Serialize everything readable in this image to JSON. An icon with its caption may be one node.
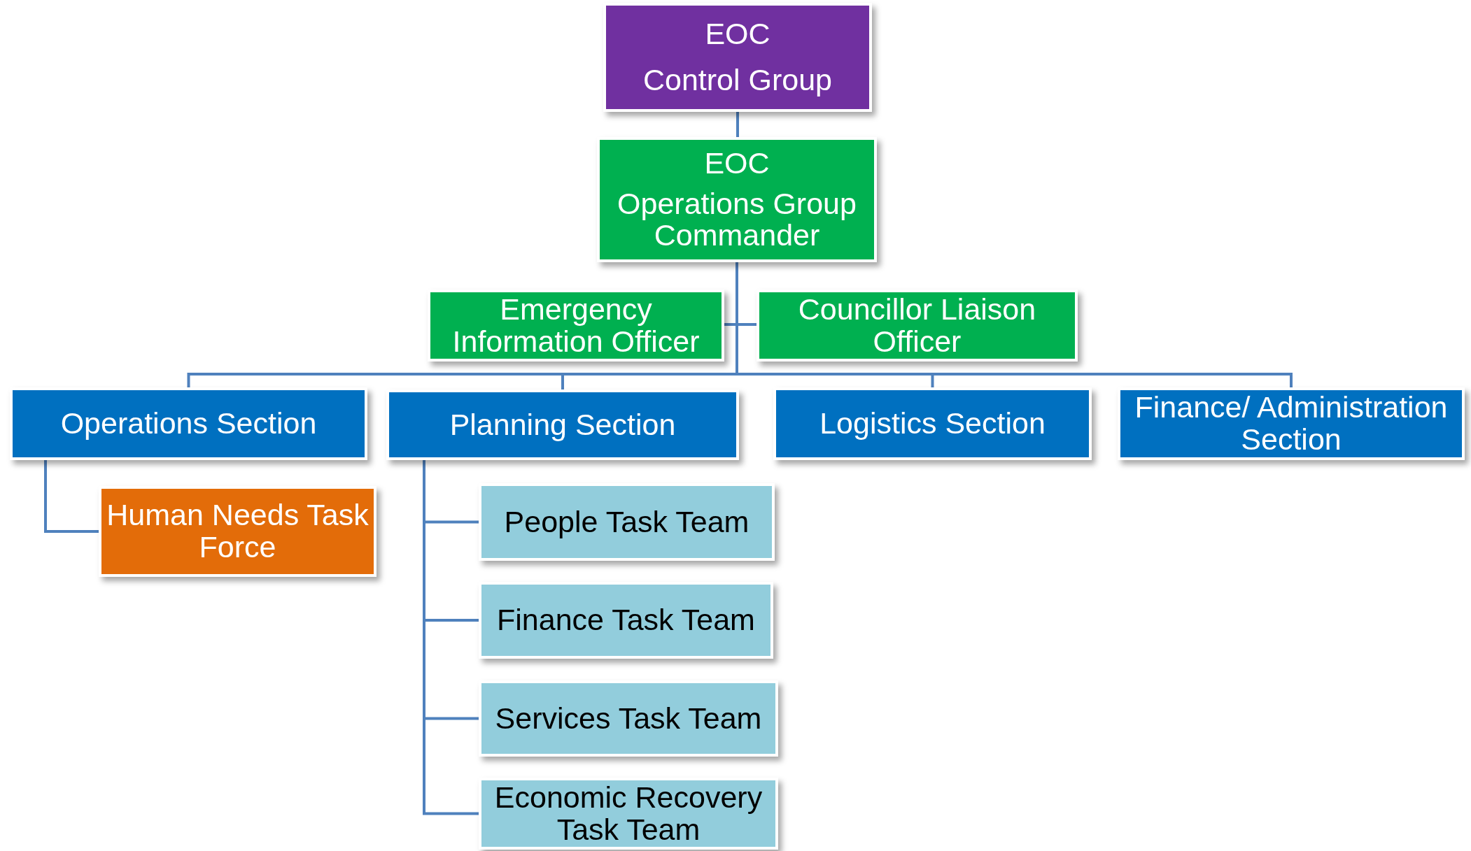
{
  "diagram": {
    "nodes": [
      {
        "text": [
          "EOC",
          "Control Group"
        ]
      },
      {
        "text": [
          "EOC",
          "Operations Group Commander"
        ]
      },
      {
        "text": [
          "Emergency Information Officer"
        ]
      },
      {
        "text": [
          "Councillor Liaison Officer"
        ]
      },
      {
        "text": [
          "Operations Section"
        ]
      },
      {
        "text": [
          "Planning Section"
        ]
      },
      {
        "text": [
          "Logistics Section"
        ]
      },
      {
        "text": [
          "Finance/ Administration Section"
        ]
      },
      {
        "text": [
          "Human Needs Task Force"
        ]
      },
      {
        "text": [
          "People Task Team"
        ]
      },
      {
        "text": [
          "Finance Task Team"
        ]
      },
      {
        "text": [
          "Services Task Team"
        ]
      },
      {
        "text": [
          "Economic Recovery Task Team"
        ]
      }
    ],
    "edges": [
      {
        "from": 0,
        "to": 1,
        "arrow": "none"
      },
      {
        "from": 1,
        "to": 2,
        "arrow": "none"
      },
      {
        "from": 1,
        "to": 3,
        "arrow": "none"
      },
      {
        "from": 1,
        "to": 4,
        "arrow": "none"
      },
      {
        "from": 1,
        "to": 5,
        "arrow": "none"
      },
      {
        "from": 1,
        "to": 6,
        "arrow": "none"
      },
      {
        "from": 1,
        "to": 7,
        "arrow": "none"
      },
      {
        "from": 4,
        "to": 8,
        "arrow": "none"
      },
      {
        "from": 5,
        "to": 9,
        "arrow": "none"
      },
      {
        "from": 5,
        "to": 10,
        "arrow": "none"
      },
      {
        "from": 5,
        "to": 11,
        "arrow": "none"
      },
      {
        "from": 5,
        "to": 12,
        "arrow": "none"
      }
    ]
  }
}
